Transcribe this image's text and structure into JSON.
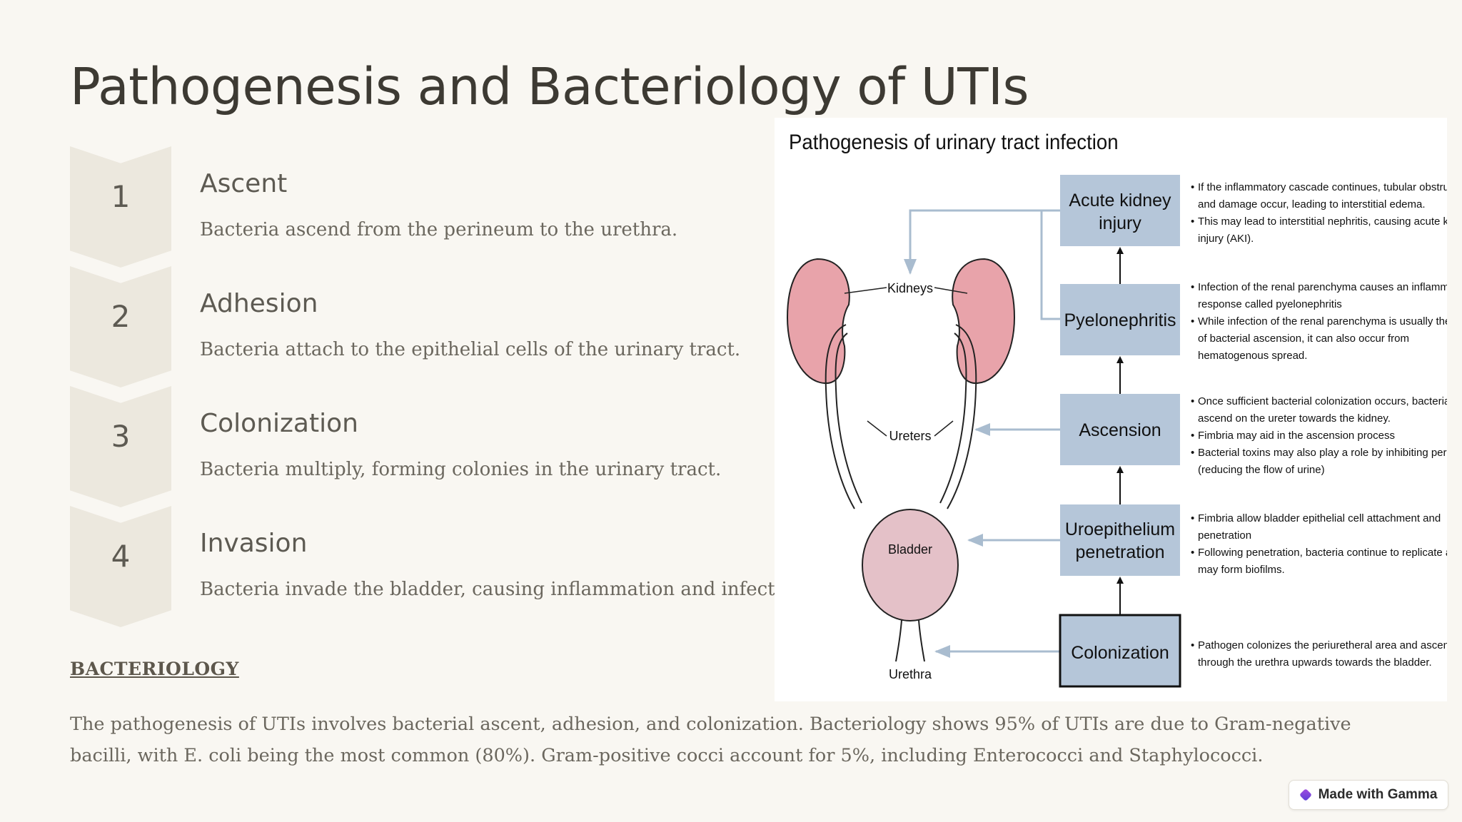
{
  "title": "Pathogenesis and Bacteriology of UTIs",
  "steps": [
    {
      "num": "1",
      "title": "Ascent",
      "desc": "Bacteria ascend from the perineum to the urethra."
    },
    {
      "num": "2",
      "title": "Adhesion",
      "desc": "Bacteria attach to the epithelial cells of the urinary tract."
    },
    {
      "num": "3",
      "title": "Colonization",
      "desc": "Bacteria multiply, forming colonies in the urinary tract."
    },
    {
      "num": "4",
      "title": "Invasion",
      "desc": "Bacteria invade the bladder, causing inflammation and infection"
    }
  ],
  "bacteriology": {
    "heading": "BACTERIOLOGY",
    "text": "The pathogenesis of UTIs involves bacterial ascent, adhesion, and colonization. Bacteriology shows 95% of UTIs are due to Gram-negative bacilli, with E. coli being the most common (80%). Gram-positive cocci account for 5%, including Enterococci and Staphylococci."
  },
  "figure": {
    "title": "Pathogenesis of urinary tract infection",
    "anatomy_labels": {
      "kidneys": "Kidneys",
      "ureters": "Ureters",
      "bladder": "Bladder",
      "urethra": "Urethra"
    },
    "stages": [
      {
        "label1": "Acute kidney",
        "label2": "injury",
        "bullets": [
          [
            "If the inflammatory cascade continues, tubular obstruction",
            "and damage occur, leading to interstitial edema."
          ],
          [
            "This may lead to interstitial nephritis, causing acute kidney",
            "injury (AKI)."
          ]
        ]
      },
      {
        "label1": "Pyelonephritis",
        "label2": "",
        "bullets": [
          [
            "Infection of the renal parenchyma causes an inflammatory",
            "response called pyelonephritis"
          ],
          [
            "While infection of the renal parenchyma is usually the result",
            "of bacterial ascension, it can also occur from",
            "hematogenous spread."
          ]
        ]
      },
      {
        "label1": "Ascension",
        "label2": "",
        "bullets": [
          [
            "Once sufficient bacterial colonization occurs, bacteria may",
            "ascend on the ureter towards the kidney."
          ],
          [
            "Fimbria may aid in the ascension process"
          ],
          [
            "Bacterial toxins may also play a role by inhibiting peristalsis",
            "(reducing the flow of urine)"
          ]
        ]
      },
      {
        "label1": "Uroepithelium",
        "label2": "penetration",
        "bullets": [
          [
            "Fimbria allow bladder epithelial cell attachment and",
            "penetration"
          ],
          [
            "Following penetration, bacteria continue to replicate and",
            "may form biofilms."
          ]
        ]
      },
      {
        "label1": "Colonization",
        "label2": "",
        "bullets": [
          [
            "Pathogen colonizes the periuretheral area and ascends",
            "through the urethra upwards towards the bladder."
          ]
        ]
      }
    ],
    "colors": {
      "box": "#b5c6d9",
      "arrow_light": "#a9bccf",
      "kidney": "#e8a3aa",
      "bladder": "#e4c1c8"
    }
  },
  "badge": {
    "label": "Made with Gamma",
    "icon": "gamma-logo-icon"
  }
}
